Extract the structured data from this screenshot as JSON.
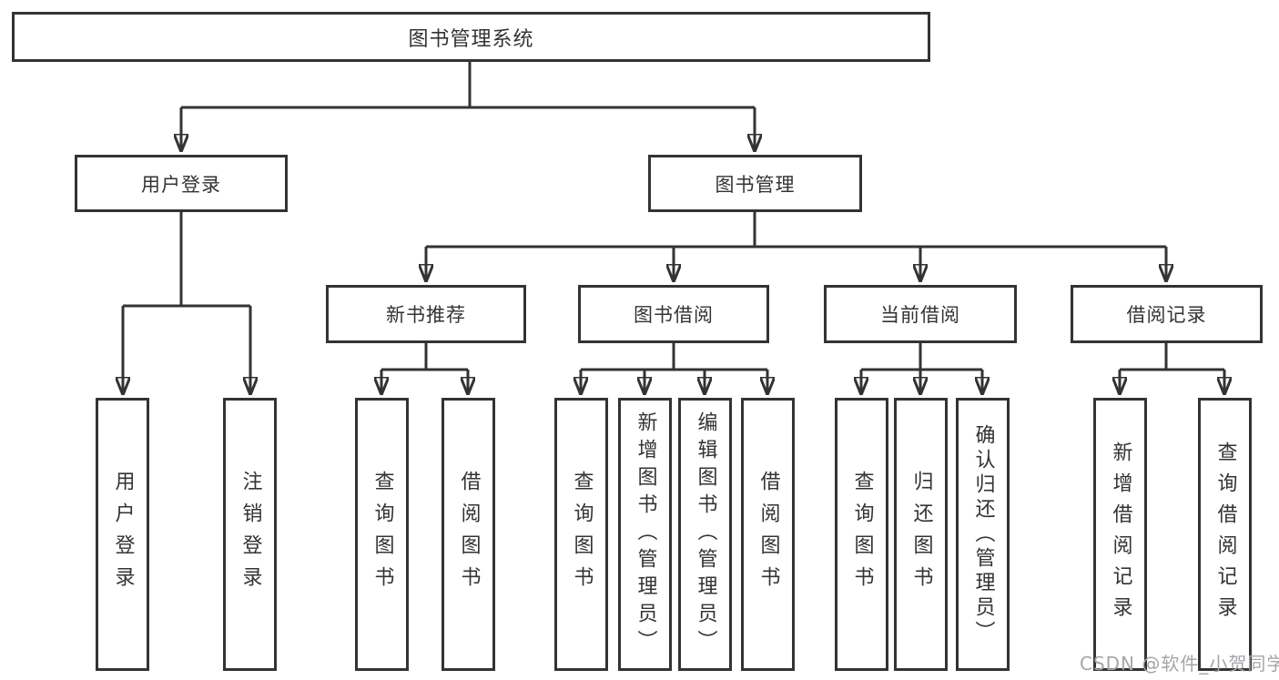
{
  "diagram": {
    "root": {
      "label": "图书管理系统"
    },
    "level1": [
      {
        "label": "用户登录"
      },
      {
        "label": "图书管理"
      }
    ],
    "level2": [
      {
        "label": "新书推荐"
      },
      {
        "label": "图书借阅"
      },
      {
        "label": "当前借阅"
      },
      {
        "label": "借阅记录"
      }
    ],
    "leaves": {
      "user_login": [
        "用户登录",
        "注销登录"
      ],
      "new_books": [
        "查询图书",
        "借阅图书"
      ],
      "book_borrow": [
        "查询图书",
        "新增图书（管理员）",
        "编辑图书（管理员）",
        "借阅图书"
      ],
      "current_borrow": [
        "查询图书",
        "归还图书",
        "确认归还（管理员）"
      ],
      "borrow_records": [
        "新增借阅记录",
        "查询借阅记录"
      ]
    }
  },
  "watermark": {
    "text": "CSDN @软件_小贺同学"
  },
  "colors": {
    "line": "#333333",
    "box_border": "#333333",
    "box_fill": "#ffffff",
    "text": "#333333",
    "watermark": "#a5a5aa",
    "background": "#ffffff"
  }
}
